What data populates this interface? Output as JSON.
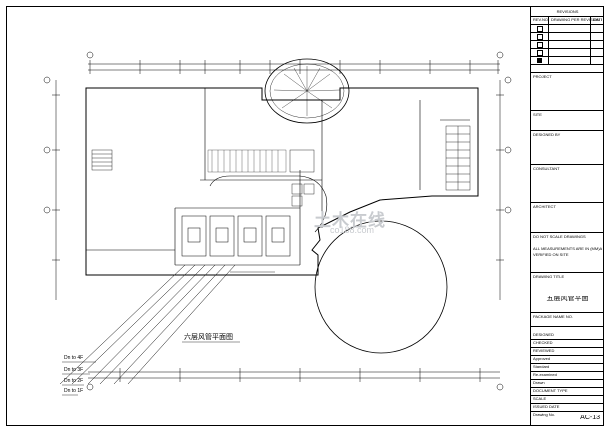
{
  "drawing": {
    "title": "五层风管平面",
    "sub_plan_label": "六层风管平面图",
    "drawing_no": "AC-13",
    "watermark": "土木在线",
    "watermark_url": "co188.com",
    "level_labels": [
      "Dn to 4F",
      "Dn to 3F",
      "Dn to 2F",
      "Dn to 1F"
    ]
  },
  "title_block": {
    "revisions_header": "REVISIONS",
    "rev_cols": [
      "REV.NO.",
      "DRAWING PER REVISION",
      "DATE"
    ],
    "project": "PROJECT",
    "site": "SITE",
    "designed_by": "DESIGNED BY",
    "consultant": "CONSULTANT",
    "architect": "ARCHITECT",
    "note1": "DO NOT SCALE DRAWINGS",
    "note2a": "ALL MEASUREMENTS ARE IN (MM)AND",
    "note2b": "VERIFIED ON SITE",
    "drawing_title_label": "DRAWING TITLE",
    "package": "PACKAGE NAME NO.",
    "fields": [
      "DESIGNED",
      "CHECKED",
      "REVIEWED",
      "Approved",
      "Standard",
      "Re-examined",
      "Drawn",
      "DOCUMENT TYPE",
      "SCALE",
      "ISSUED DATE",
      "Drawing No."
    ]
  }
}
